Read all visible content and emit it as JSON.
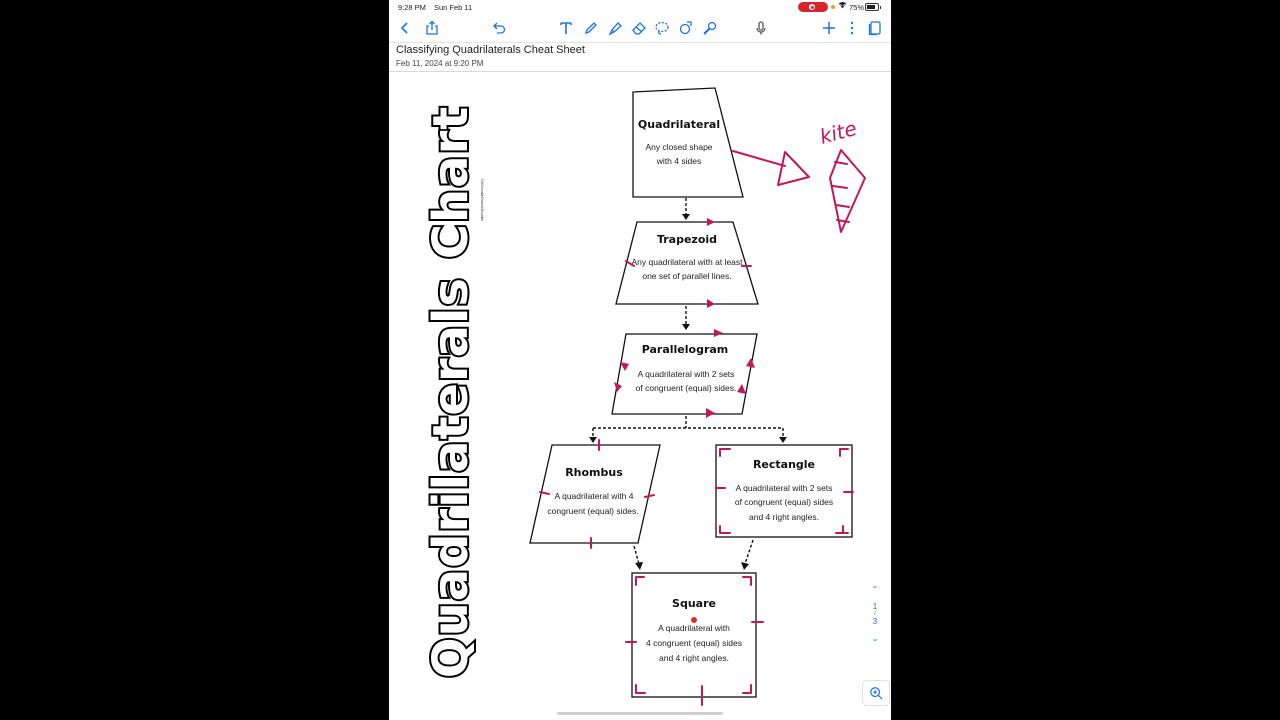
{
  "status_bar": {
    "time": "9:28 PM",
    "date": "Sun Feb 11",
    "battery": "75%"
  },
  "toolbar": {
    "icons": [
      "chevron-left-icon",
      "share-icon",
      "undo-icon",
      "text-tool-icon",
      "pen-icon",
      "highlighter-icon",
      "eraser-icon",
      "lasso-icon",
      "shapes-icon",
      "laser-pointer-icon",
      "microphone-icon",
      "plus-icon",
      "more-icon",
      "pages-icon"
    ]
  },
  "note": {
    "title": "Classifying Quadrilaterals Cheat Sheet",
    "date": "Feb 11, 2024 at 9:20 PM"
  },
  "chart": {
    "vertical_title": "Quadrilaterals Chart",
    "credit": "©ADoodleDoesItDoodle",
    "nodes": {
      "quadrilateral": {
        "title": "Quadrilateral",
        "line1": "Any closed shape",
        "line2": "with 4 sides"
      },
      "trapezoid": {
        "title": "Trapezoid",
        "line1": "Any quadrilateral with at least",
        "line2": "one set of parallel lines."
      },
      "parallelogram": {
        "title": "Parallelogram",
        "line1": "A quadrilateral with 2 sets",
        "line2": "of congruent (equal) sides."
      },
      "rhombus": {
        "title": "Rhombus",
        "line1": "A quadrilateral with 4",
        "line2": "congruent (equal) sides."
      },
      "rectangle": {
        "title": "Rectangle",
        "line1": "A quadrilateral with 2 sets",
        "line2": "of congruent (equal) sides",
        "line3": "and 4 right angles."
      },
      "square": {
        "title": "Square",
        "line1": "A quadrilateral with",
        "line2": "4 congruent (equal) sides",
        "line3": "and 4 right angles."
      }
    },
    "annotation": "kite",
    "ink_color": "#c2185b"
  },
  "pager": {
    "current": "1",
    "total": "3"
  },
  "colors": {
    "accent": "#1a73e8",
    "recording": "#d8242c"
  }
}
